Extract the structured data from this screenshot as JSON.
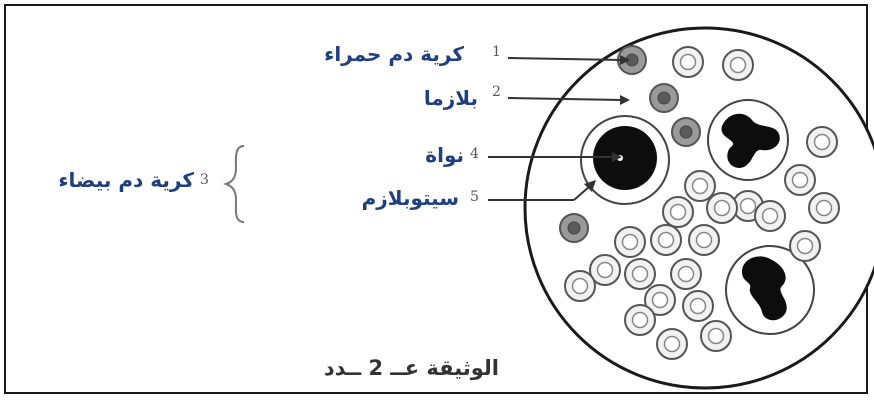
{
  "labels": {
    "red_cell": "كرية دم حمراء",
    "plasma": "بلازما",
    "nucleus": "نواة",
    "cytoplasm": "سيتوبلازم",
    "white_cell": "كرية دم بيضاء"
  },
  "numbers": {
    "n1": "1",
    "n2": "2",
    "n3": "3",
    "n4": "4",
    "n5": "5"
  },
  "caption": "الوثيقة عــ 2 ــدد"
}
